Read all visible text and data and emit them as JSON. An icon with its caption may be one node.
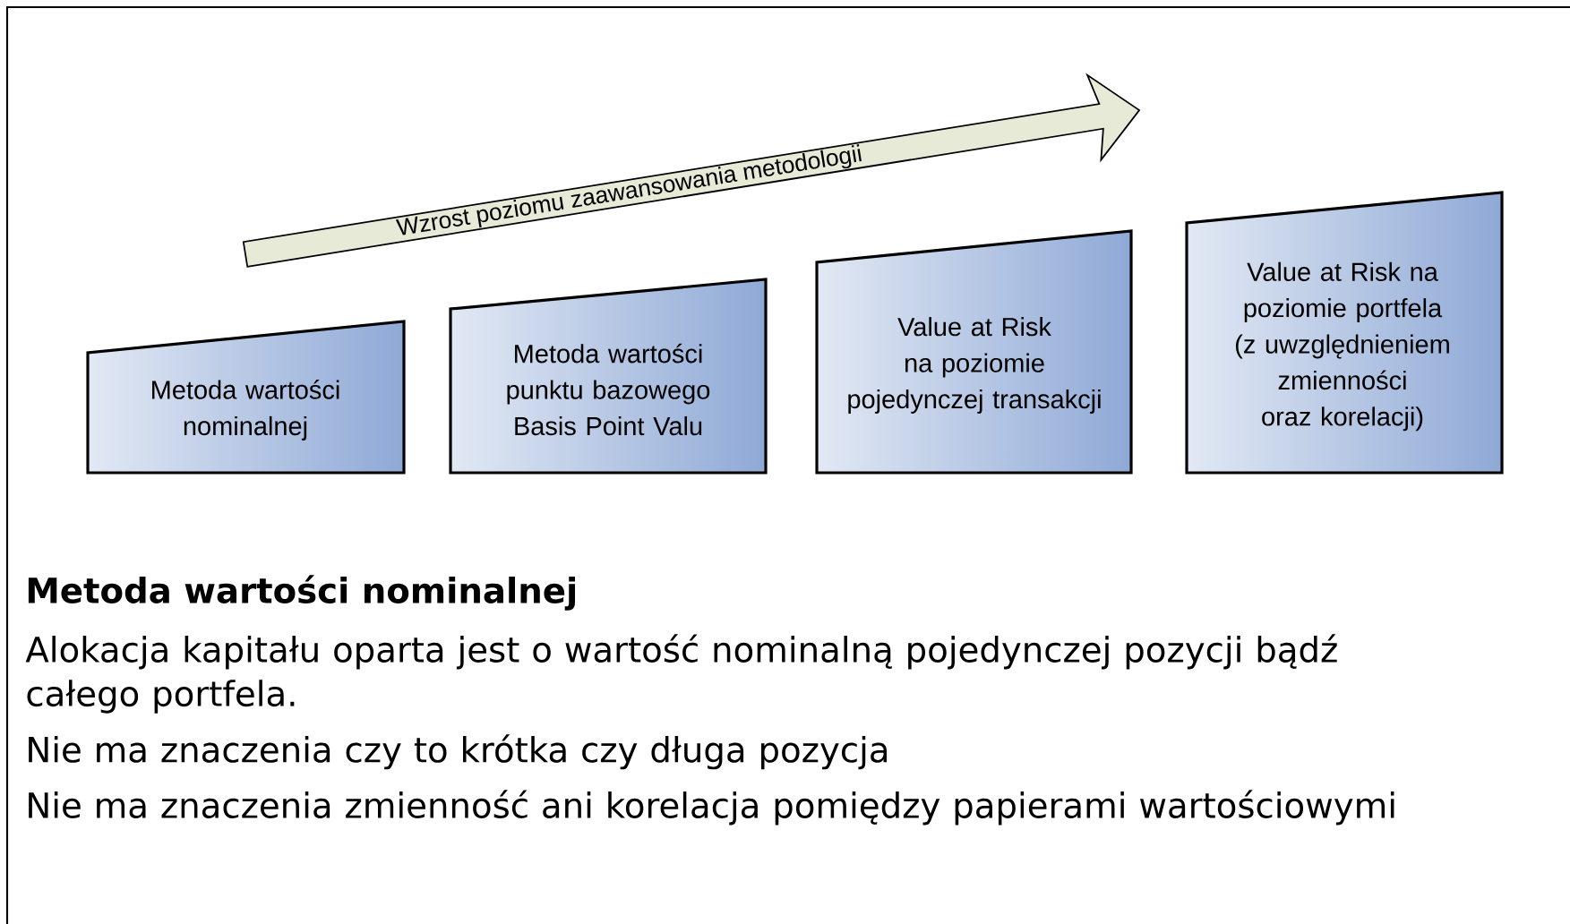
{
  "diagram": {
    "title": "Metoda wartości nominalnej",
    "nodes": [
      {
        "text": [
          "Metoda wartości nominalnej"
        ]
      },
      {
        "text": [
          "Metoda wartości punktu bazowego Basis Point Valu"
        ]
      },
      {
        "text": [
          "Value at Risk na poziomie pojedynczej transakcji"
        ]
      },
      {
        "text": [
          "Value at Risk na poziomie portfela (z uwzględnieniem zmienności oraz korelacji)"
        ]
      }
    ],
    "labels": [
      "Wzrost poziomu zaawansowania metodologii",
      "Alokacja kapitału oparta jest o wartość nominalną pojedynczej pozycji bądź całego portfela.",
      "Nie ma znaczenia czy to krótka czy długa pozycja",
      "Nie ma znaczenia zmienność ani korelacja pomiędzy papierami wartościowymi"
    ]
  }
}
